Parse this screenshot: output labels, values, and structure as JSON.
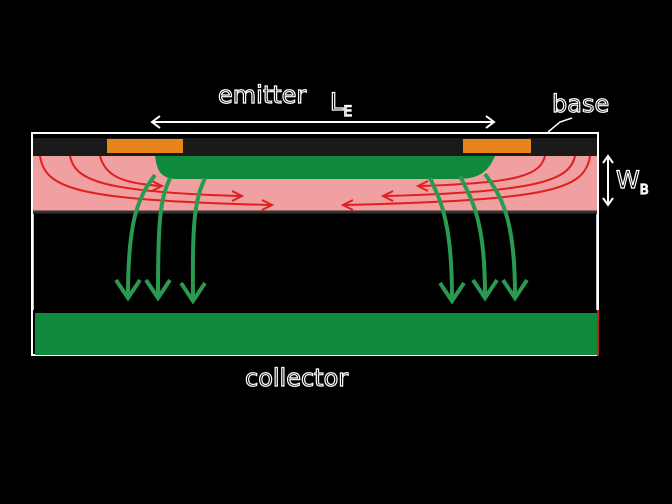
{
  "labels": {
    "emitter": "emitter",
    "emitter_length": "L",
    "emitter_length_sub": "E",
    "base": "base",
    "base_width": "W",
    "base_width_sub": "B",
    "collector": "collector"
  },
  "colors": {
    "background": "#000000",
    "base_region": "#f0a0a0",
    "emitter": "#0f8a3c",
    "collector": "#0f8a3c",
    "contacts": "#e8841c",
    "base_current_arrows": "#e02020",
    "electron_arrows": "#2a9a50"
  }
}
